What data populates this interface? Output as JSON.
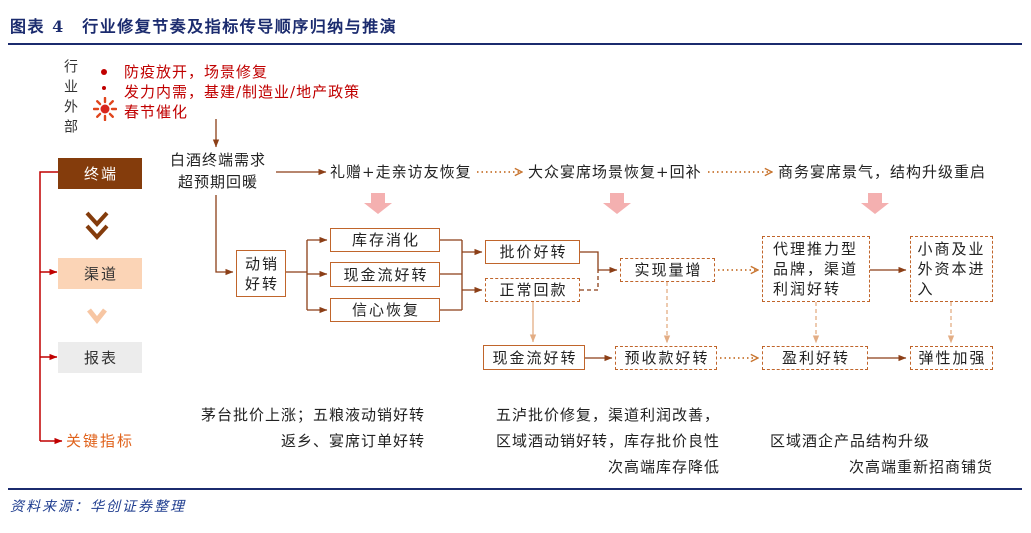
{
  "title": "图表 4　行业修复节奏及指标传导顺序归纳与推演",
  "external": {
    "label": "行业外部",
    "items": [
      {
        "icon": "bullet-icon",
        "text": "防疫放开，场景修复"
      },
      {
        "icon": "bullet-icon",
        "text": "发力内需，基建/制造业/地产政策"
      },
      {
        "icon": "sun-icon",
        "text": "春节催化"
      }
    ]
  },
  "stages": {
    "terminal": "终端",
    "channel": "渠道",
    "statement": "报表",
    "indicators": "关键指标"
  },
  "terminal_row": {
    "demand": [
      "白酒终端需求",
      "超预期回暖"
    ],
    "scenes": [
      "礼赠+走亲访友恢复",
      "大众宴席场景恢复+回补",
      "商务宴席景气，结构升级重启"
    ]
  },
  "channel_row": {
    "sales": "动销好转",
    "effects": [
      "库存消化",
      "现金流好转",
      "信心恢复"
    ],
    "price": "批价好转",
    "collection": "正常回款",
    "volume": "实现量增",
    "brand_profit": "代理推力型品牌，渠道利润好转",
    "new_entrants": "小商及业外资本进入"
  },
  "statement_row": {
    "cash_flow": "现金流好转",
    "advance_receipts": "预收款好转",
    "profit": "盈利好转",
    "elasticity": "弹性加强"
  },
  "key_indicator_notes": {
    "phase1": [
      "茅台批价上涨；五粮液动销好转",
      "返乡、宴席订单好转"
    ],
    "phase2": [
      "五泸批价修复，渠道利润改善，",
      "区域酒动销好转，库存批价良性",
      "次高端库存降低"
    ],
    "phase3": [
      "区域酒企产品结构升级",
      "次高端重新招商铺货"
    ]
  },
  "source": "资料来源：华创证券整理",
  "colors": {
    "title": "#1b2b6e",
    "accent_red": "#c00000",
    "terminal_fill": "#843c0c",
    "channel_fill": "#fbd4b6",
    "statement_fill": "#ececec",
    "box_border": "#c0652b",
    "line": "#8c3f17",
    "dotted": "#c87530",
    "light_line": "#e3ad84",
    "pink_arrow": "#f4b0b0",
    "chevron_dark": "#843c0c",
    "chevron_light": "#f7c6a3",
    "indicator_label": "#e0621b",
    "source": "#1f3d8f"
  }
}
